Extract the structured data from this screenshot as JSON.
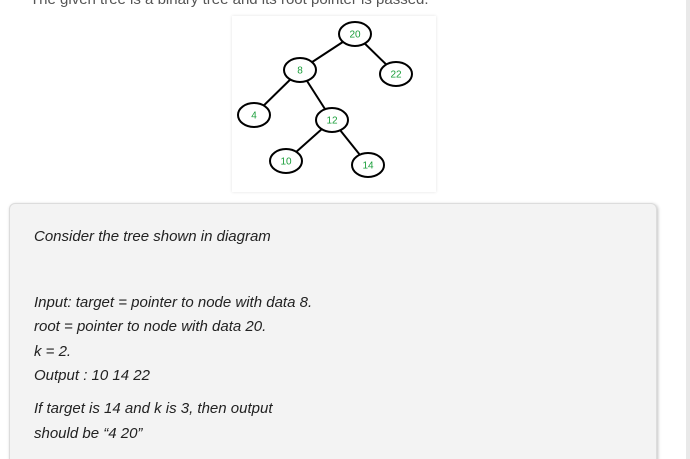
{
  "header": {
    "clipped_text": "The given tree is a binary tree and its root pointer is passed."
  },
  "diagram": {
    "nodes": [
      {
        "id": "n20",
        "label": "20"
      },
      {
        "id": "n8",
        "label": "8"
      },
      {
        "id": "n22",
        "label": "22"
      },
      {
        "id": "n4",
        "label": "4"
      },
      {
        "id": "n12",
        "label": "12"
      },
      {
        "id": "n10",
        "label": "10"
      },
      {
        "id": "n14",
        "label": "14"
      }
    ],
    "edges": [
      [
        "n20",
        "n8"
      ],
      [
        "n20",
        "n22"
      ],
      [
        "n8",
        "n4"
      ],
      [
        "n8",
        "n12"
      ],
      [
        "n12",
        "n10"
      ],
      [
        "n12",
        "n14"
      ]
    ],
    "label_color": "#1a9e3a"
  },
  "example": {
    "line1": "Consider the tree shown in diagram",
    "line2": "Input: target = pointer to node with data 8.",
    "line3": "root = pointer to node with data 20.",
    "line4": "k = 2.",
    "line5": "Output : 10 14 22",
    "line6": "If target is 14 and k is 3, then output",
    "line7": "should be “4 20”"
  }
}
